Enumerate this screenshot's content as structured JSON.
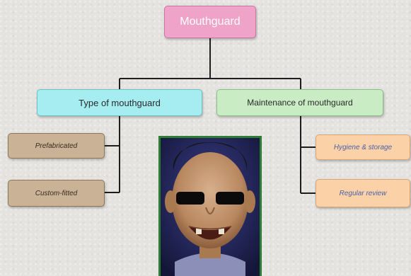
{
  "diagram": {
    "root": {
      "label": "Mouthguard"
    },
    "branches": [
      {
        "label": "Type of mouthguard",
        "children": [
          {
            "label": "Prefabricated"
          },
          {
            "label": "Custom-fitted"
          }
        ]
      },
      {
        "label": "Maintenance of mouthguard",
        "children": [
          {
            "label": "Hygiene & storage"
          },
          {
            "label": "Regular review"
          }
        ]
      }
    ]
  },
  "colors": {
    "root_fill": "#f0a3c8",
    "type_fill": "#a6edf2",
    "maintenance_fill": "#c9ecc4",
    "type_leaf_fill": "#c9b295",
    "maintenance_leaf_fill": "#fbd2a8",
    "connector": "#1e1e1e",
    "photo_frame": "#2e7d32"
  },
  "photo": {
    "subject": "portrait of a smiling man with eyes masked by black bars and missing front teeth"
  }
}
